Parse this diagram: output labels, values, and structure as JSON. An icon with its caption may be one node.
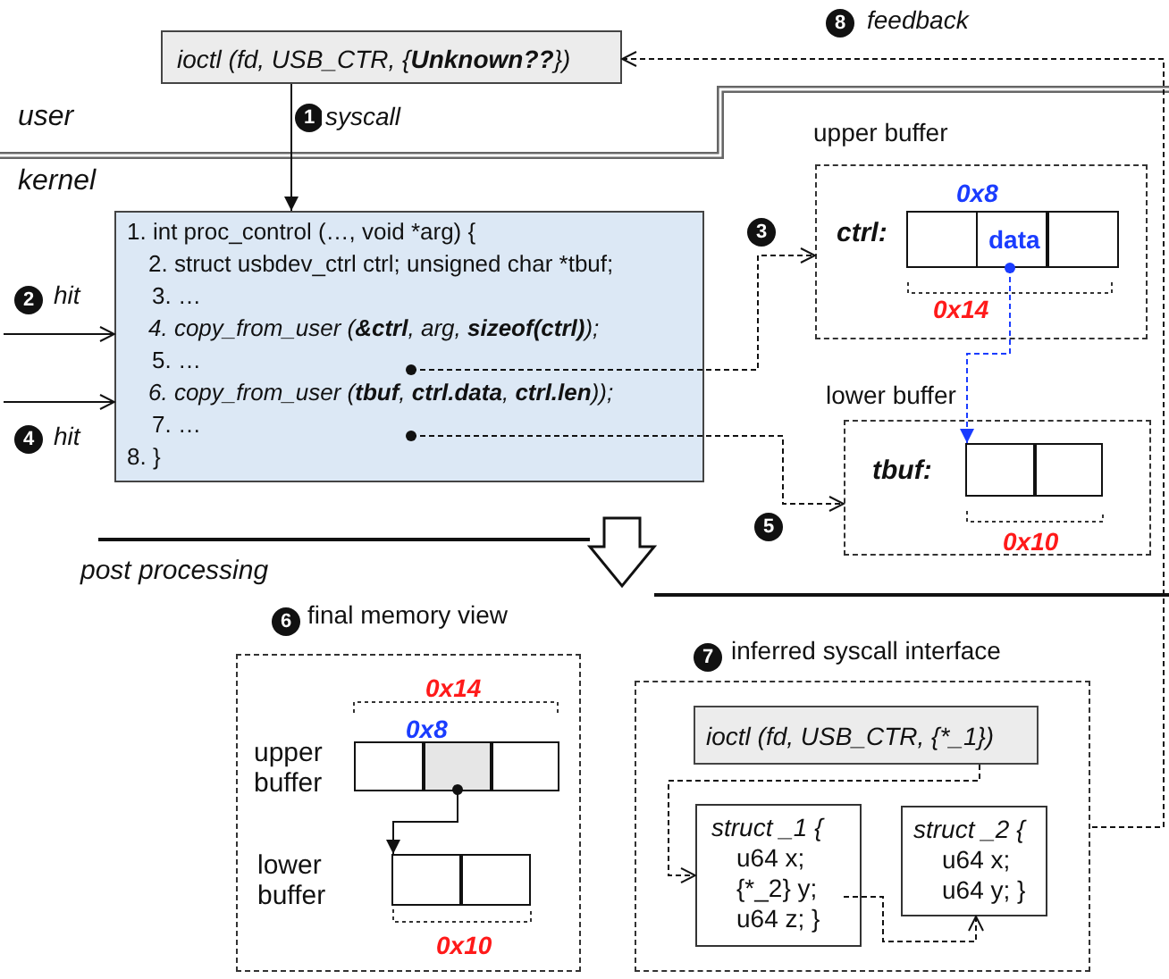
{
  "diagram": {
    "nodes": [
      {
        "text": [
          "ioctl (fd,  USB_CTR, {**Unknown??**})"
        ]
      },
      {
        "text": [
          "1. int proc_control (…, void *arg) {",
          "2. struct usbdev_ctrl ctrl; unsigned char *tbuf;",
          "3. …",
          "4. copy_from_user (**&ctrl**, arg, **sizeof(ctrl)**);",
          "5. …",
          "6. copy_from_user (**tbuf**, **ctrl.data**, **ctrl.len**));",
          "7. …",
          "8. }"
        ]
      },
      {
        "text": [
          "upper buffer",
          "ctrl:"
        ]
      },
      {
        "text": [],
        "shape": "box",
        "in": 2
      },
      {
        "text": [
          "data"
        ],
        "in": 2
      },
      {
        "text": [],
        "shape": "box",
        "in": 2
      },
      {
        "text": [
          "lower buffer",
          "tbuf:"
        ]
      },
      {
        "text": [],
        "shape": "box",
        "in": 6
      },
      {
        "text": [],
        "shape": "box",
        "in": 6
      },
      {
        "text": [
          "final memory view"
        ]
      },
      {
        "text": [],
        "shape": "box",
        "in": 9
      },
      {
        "text": [],
        "shape": "box",
        "in": 9
      },
      {
        "text": [],
        "shape": "box",
        "in": 9
      },
      {
        "text": [],
        "shape": "box",
        "in": 9
      },
      {
        "text": [],
        "shape": "box",
        "in": 9
      },
      {
        "text": [
          "inferred syscall interface"
        ]
      },
      {
        "text": [
          "ioctl (fd, USB_CTR, {*_1})"
        ],
        "in": 15
      },
      {
        "text": [
          "struct _1 {",
          "u64 x;",
          "{*_2} y;",
          "u64 z; }"
        ],
        "in": 15
      },
      {
        "text": [
          "struct _2 {",
          "u64 x;",
          "u64 y; }"
        ],
        "in": 15
      }
    ],
    "edges": [
      {
        "from": 0,
        "to": 1,
        "arrow": "to",
        "label": "syscall"
      },
      {
        "from": null,
        "to": 1,
        "arrow": "to",
        "label": "hit"
      },
      {
        "from": null,
        "to": 1,
        "arrow": "to",
        "label": "hit"
      },
      {
        "from": 1,
        "to": 2,
        "arrow": "to",
        "style": "dashed"
      },
      {
        "from": 1,
        "to": 6,
        "arrow": "to",
        "style": "dashed"
      },
      {
        "from": 4,
        "to": 7,
        "arrow": "to",
        "style": "dashed",
        "color": "#1a3cff"
      },
      {
        "from": 11,
        "to": 13,
        "arrow": "to"
      },
      {
        "from": 16,
        "to": 17,
        "arrow": "to",
        "style": "dashed"
      },
      {
        "from": 17,
        "to": 18,
        "arrow": "to",
        "style": "dashed"
      },
      {
        "from": 15,
        "to": 0,
        "arrow": "to",
        "style": "dashed",
        "label": "feedback"
      }
    ],
    "labels": [
      "8",
      "user",
      "1",
      "kernel",
      "2",
      "3",
      "0x8",
      "0x14",
      "4",
      "5",
      "0x10",
      "post processing",
      "6",
      "0x14",
      "0x8",
      "upper buffer",
      "lower buffer",
      "0x10",
      "7"
    ]
  }
}
